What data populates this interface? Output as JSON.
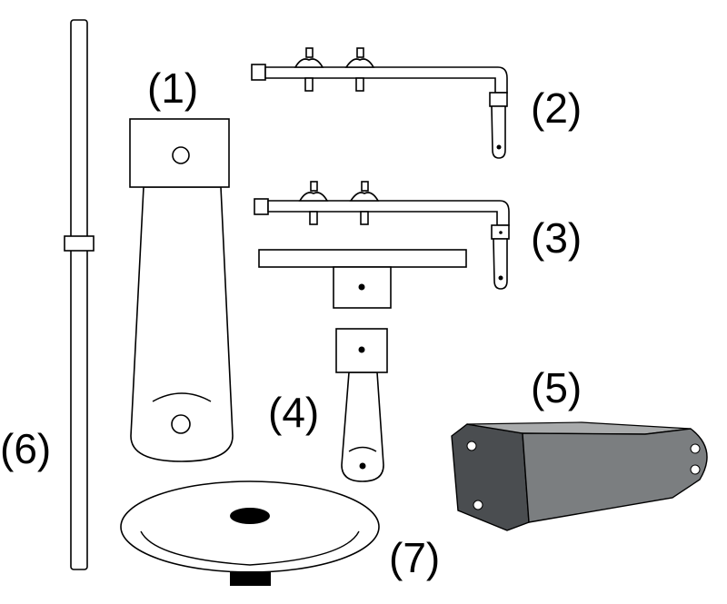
{
  "labels": {
    "p1": "(1)",
    "p2": "(2)",
    "p3": "(3)",
    "p4": "(4)",
    "p5": "(5)",
    "p6": "(6)",
    "p7": "(7)"
  },
  "colors": {
    "stroke": "#000000",
    "fill": "#ffffff",
    "part5_dark": "#4a4d50",
    "part5_mid": "#7b7e80",
    "part5_light": "#a8aaab"
  }
}
